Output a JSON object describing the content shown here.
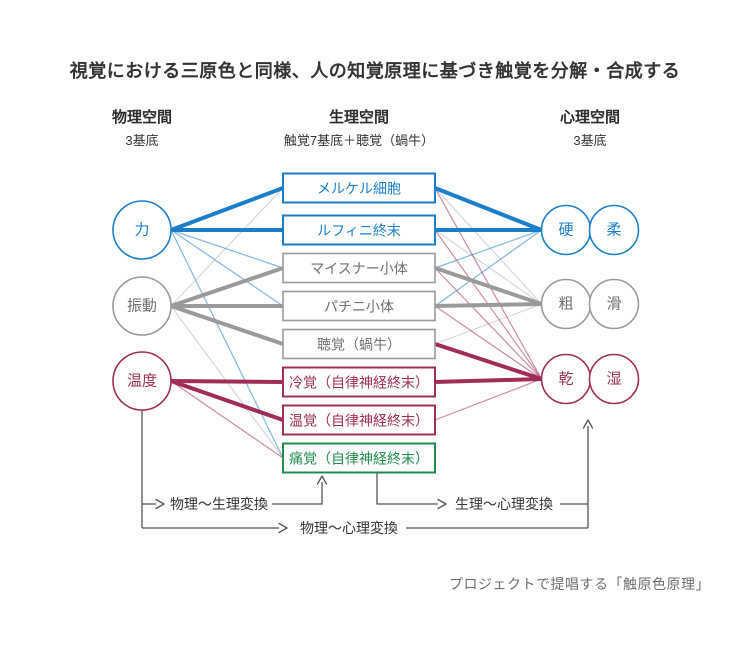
{
  "title": "視覚における三原色と同様、人の知覚原理に基づき触覚を分解・合成する",
  "columns": [
    {
      "id": "physical",
      "label": "物理空間",
      "sublabel": "3基底"
    },
    {
      "id": "physiological",
      "label": "生理空間",
      "sublabel": "触覚7基底＋聴覚（蝸牛）"
    },
    {
      "id": "psychological",
      "label": "心理空間",
      "sublabel": "3基底"
    }
  ],
  "palette": {
    "blue": "#1b7ec8",
    "gray": "#9a9a9a",
    "gray_text": "#6f6f6f",
    "maroon": "#a02d55",
    "green": "#218c50",
    "flow": "#555555",
    "ink": "#333333"
  },
  "left_nodes": [
    {
      "id": "force",
      "label": "力",
      "color": "blue"
    },
    {
      "id": "vibration",
      "label": "振動",
      "color": "gray"
    },
    {
      "id": "temperature",
      "label": "温度",
      "color": "maroon"
    }
  ],
  "middle_nodes": [
    {
      "id": "merkel",
      "label": "メルケル細胞",
      "color": "blue"
    },
    {
      "id": "ruffini",
      "label": "ルフィニ終末",
      "color": "blue"
    },
    {
      "id": "meissner",
      "label": "マイスナー小体",
      "color": "gray"
    },
    {
      "id": "pacinian",
      "label": "パチニ小体",
      "color": "gray"
    },
    {
      "id": "cochlea",
      "label": "聴覚（蝸牛）",
      "color": "gray"
    },
    {
      "id": "cold",
      "label": "冷覚（自律神経終末）",
      "color": "maroon"
    },
    {
      "id": "warm",
      "label": "温覚（自律神経終末）",
      "color": "maroon"
    },
    {
      "id": "pain",
      "label": "痛覚（自律神経終末）",
      "color": "green"
    }
  ],
  "right_nodes": [
    {
      "id": "hardness",
      "labels": [
        "硬",
        "柔"
      ],
      "color": "blue"
    },
    {
      "id": "roughness",
      "labels": [
        "粗",
        "滑"
      ],
      "color": "gray"
    },
    {
      "id": "dryness",
      "labels": [
        "乾",
        "湿"
      ],
      "color": "maroon"
    }
  ],
  "edges_left": [
    {
      "from": "force",
      "to": "merkel",
      "weight": "thick"
    },
    {
      "from": "force",
      "to": "ruffini",
      "weight": "thick"
    },
    {
      "from": "force",
      "to": "meissner",
      "weight": "thin"
    },
    {
      "from": "force",
      "to": "pacinian",
      "weight": "thin"
    },
    {
      "from": "force",
      "to": "pain",
      "weight": "thin"
    },
    {
      "from": "vibration",
      "to": "merkel",
      "weight": "thin"
    },
    {
      "from": "vibration",
      "to": "meissner",
      "weight": "thick"
    },
    {
      "from": "vibration",
      "to": "pacinian",
      "weight": "thick"
    },
    {
      "from": "vibration",
      "to": "cochlea",
      "weight": "thick"
    },
    {
      "from": "vibration",
      "to": "pain",
      "weight": "thin"
    },
    {
      "from": "temperature",
      "to": "cold",
      "weight": "thick"
    },
    {
      "from": "temperature",
      "to": "warm",
      "weight": "thick"
    },
    {
      "from": "temperature",
      "to": "pain",
      "weight": "thin"
    }
  ],
  "edges_right": [
    {
      "from": "merkel",
      "to": "hardness",
      "weight": "thick"
    },
    {
      "from": "ruffini",
      "to": "hardness",
      "weight": "thick"
    },
    {
      "from": "meissner",
      "to": "hardness",
      "weight": "thin"
    },
    {
      "from": "pacinian",
      "to": "hardness",
      "weight": "thin"
    },
    {
      "from": "merkel",
      "to": "roughness",
      "weight": "thin"
    },
    {
      "from": "ruffini",
      "to": "roughness",
      "weight": "thin"
    },
    {
      "from": "meissner",
      "to": "roughness",
      "weight": "thick"
    },
    {
      "from": "pacinian",
      "to": "roughness",
      "weight": "thick"
    },
    {
      "from": "cochlea",
      "to": "roughness",
      "weight": "thin"
    },
    {
      "from": "merkel",
      "to": "dryness",
      "weight": "thin"
    },
    {
      "from": "ruffini",
      "to": "dryness",
      "weight": "thin"
    },
    {
      "from": "meissner",
      "to": "dryness",
      "weight": "thin"
    },
    {
      "from": "pacinian",
      "to": "dryness",
      "weight": "thin"
    },
    {
      "from": "cochlea",
      "to": "dryness",
      "weight": "thick"
    },
    {
      "from": "cold",
      "to": "dryness",
      "weight": "thick"
    },
    {
      "from": "warm",
      "to": "dryness",
      "weight": "thin"
    }
  ],
  "flow_labels": {
    "phys_physio": "物理〜生理変換",
    "physio_psych": "生理〜心理変換",
    "phys_psych": "物理〜心理変換"
  },
  "caption": "プロジェクトで提唱する「触原色原理」"
}
